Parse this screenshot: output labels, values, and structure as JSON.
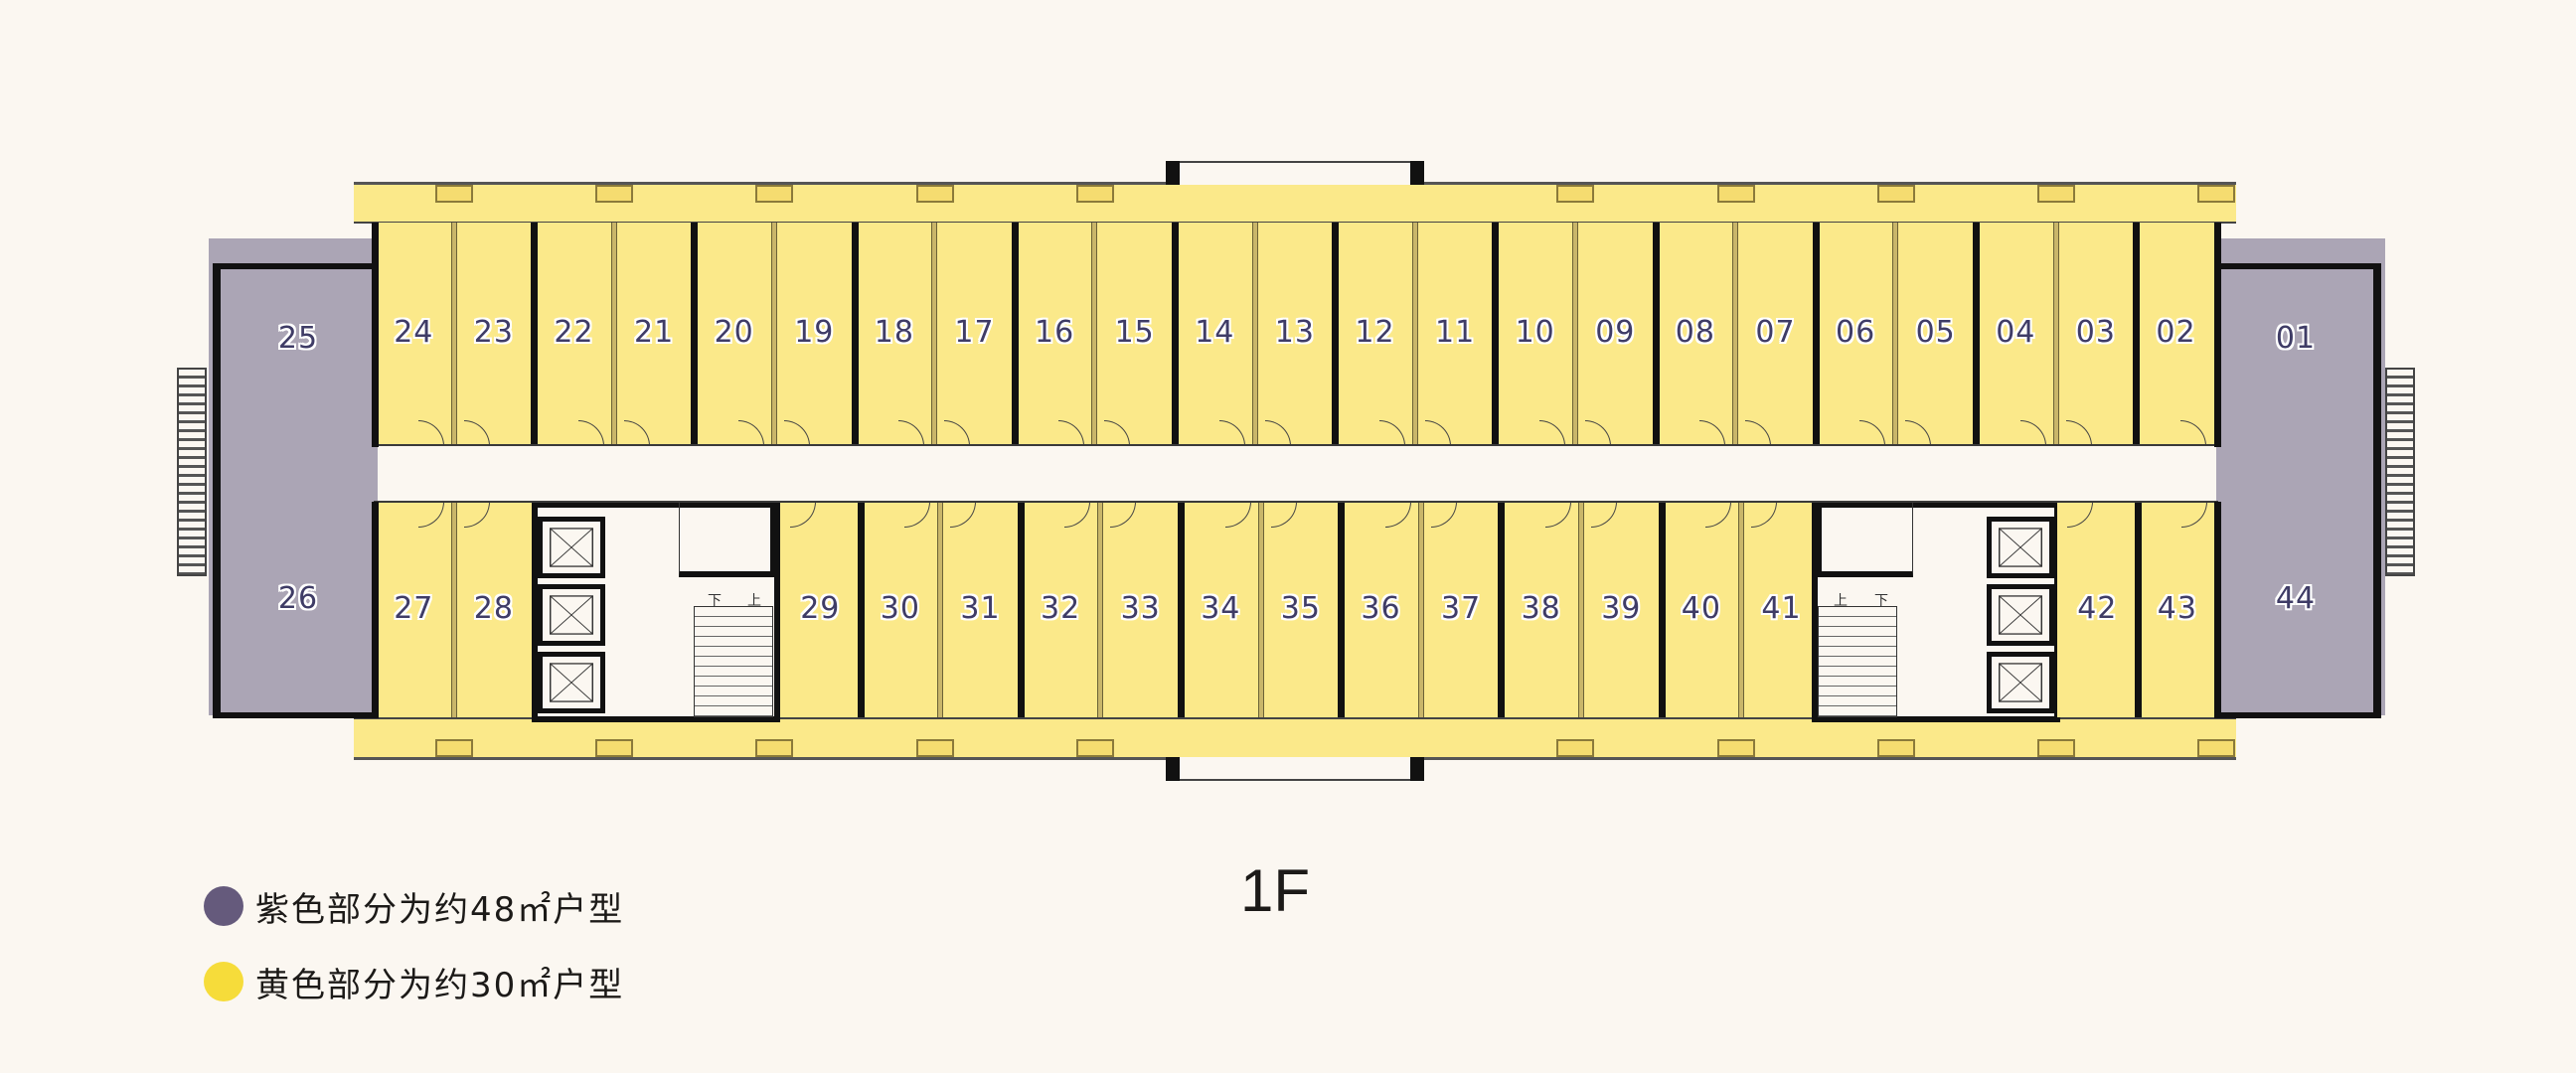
{
  "floor_label": "1F",
  "colors": {
    "background": "#fbf7f1",
    "purple_unit": "#aba5b5",
    "yellow_unit": "#fbe98a",
    "label_text": "#3f3c66",
    "wall": "#111111"
  },
  "legend": [
    {
      "color": "#655a7c",
      "text": "紫色部分为约48㎡户型"
    },
    {
      "color": "#f6dc3a",
      "text": "黄色部分为约30㎡户型"
    }
  ],
  "top_row_units": [
    "24",
    "23",
    "22",
    "21",
    "20",
    "19",
    "18",
    "17",
    "16",
    "15",
    "14",
    "13",
    "12",
    "11",
    "10",
    "09",
    "08",
    "07",
    "06",
    "05",
    "04",
    "03",
    "02"
  ],
  "bottom_row_left_units": [
    "27",
    "28"
  ],
  "bottom_row_mid_units": [
    "29",
    "30",
    "31",
    "32",
    "33",
    "34",
    "35",
    "36",
    "37",
    "38",
    "39",
    "40",
    "41"
  ],
  "bottom_row_right_units": [
    "42",
    "43"
  ],
  "end_units": {
    "left_top": "25",
    "left_bottom": "26",
    "right_top": "01",
    "right_bottom": "44"
  },
  "stair_labels": {
    "down": "下",
    "up": "上"
  },
  "unit_types": {
    "purple": {
      "area": "约48㎡",
      "units": [
        "01",
        "25",
        "26",
        "44"
      ]
    },
    "yellow": {
      "area": "约30㎡",
      "units": [
        "02",
        "03",
        "04",
        "05",
        "06",
        "07",
        "08",
        "09",
        "10",
        "11",
        "12",
        "13",
        "14",
        "15",
        "16",
        "17",
        "18",
        "19",
        "20",
        "21",
        "22",
        "23",
        "24",
        "27",
        "28",
        "29",
        "30",
        "31",
        "32",
        "33",
        "34",
        "35",
        "36",
        "37",
        "38",
        "39",
        "40",
        "41",
        "42",
        "43"
      ]
    }
  }
}
